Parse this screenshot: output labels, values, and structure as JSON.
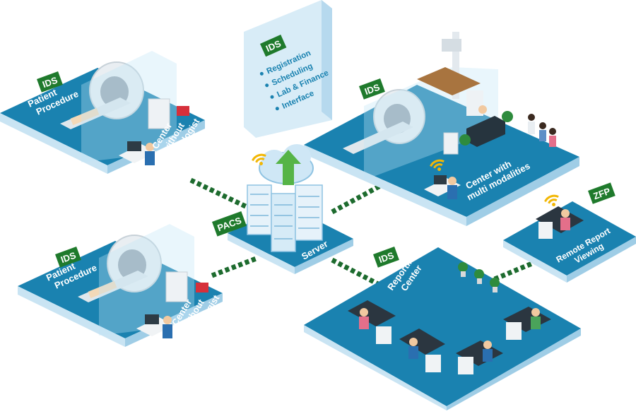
{
  "tags": {
    "ids": "IDS",
    "pacs": "PACS",
    "zfp": "ZFP"
  },
  "ids_card": {
    "items": [
      "Registration",
      "Scheduling",
      "Lab & Finance",
      "Interface"
    ]
  },
  "nodes": {
    "top_left": {
      "label1": [
        "Patient",
        "Procedure"
      ],
      "label2": [
        "Center",
        "without",
        "Radiologist"
      ]
    },
    "bottom_left": {
      "label1": [
        "Patient",
        "Procedure"
      ],
      "label2": [
        "Center",
        "without",
        "Radiologist"
      ]
    },
    "top_right": {
      "label": [
        "Center with",
        "multi modalities"
      ]
    },
    "server": {
      "label": "Server"
    },
    "reporting": {
      "label": [
        "Reporting",
        "Center"
      ]
    },
    "remote": {
      "label": [
        "Remote Report",
        "Viewing"
      ]
    }
  },
  "colors": {
    "platform_top": "#1a82b0",
    "platform_side": "#b9dcef",
    "tag_green": "#1f7a2c",
    "link_green": "#1d6b2e",
    "card": "#d8ecf7",
    "wifi": "#f2b705"
  }
}
